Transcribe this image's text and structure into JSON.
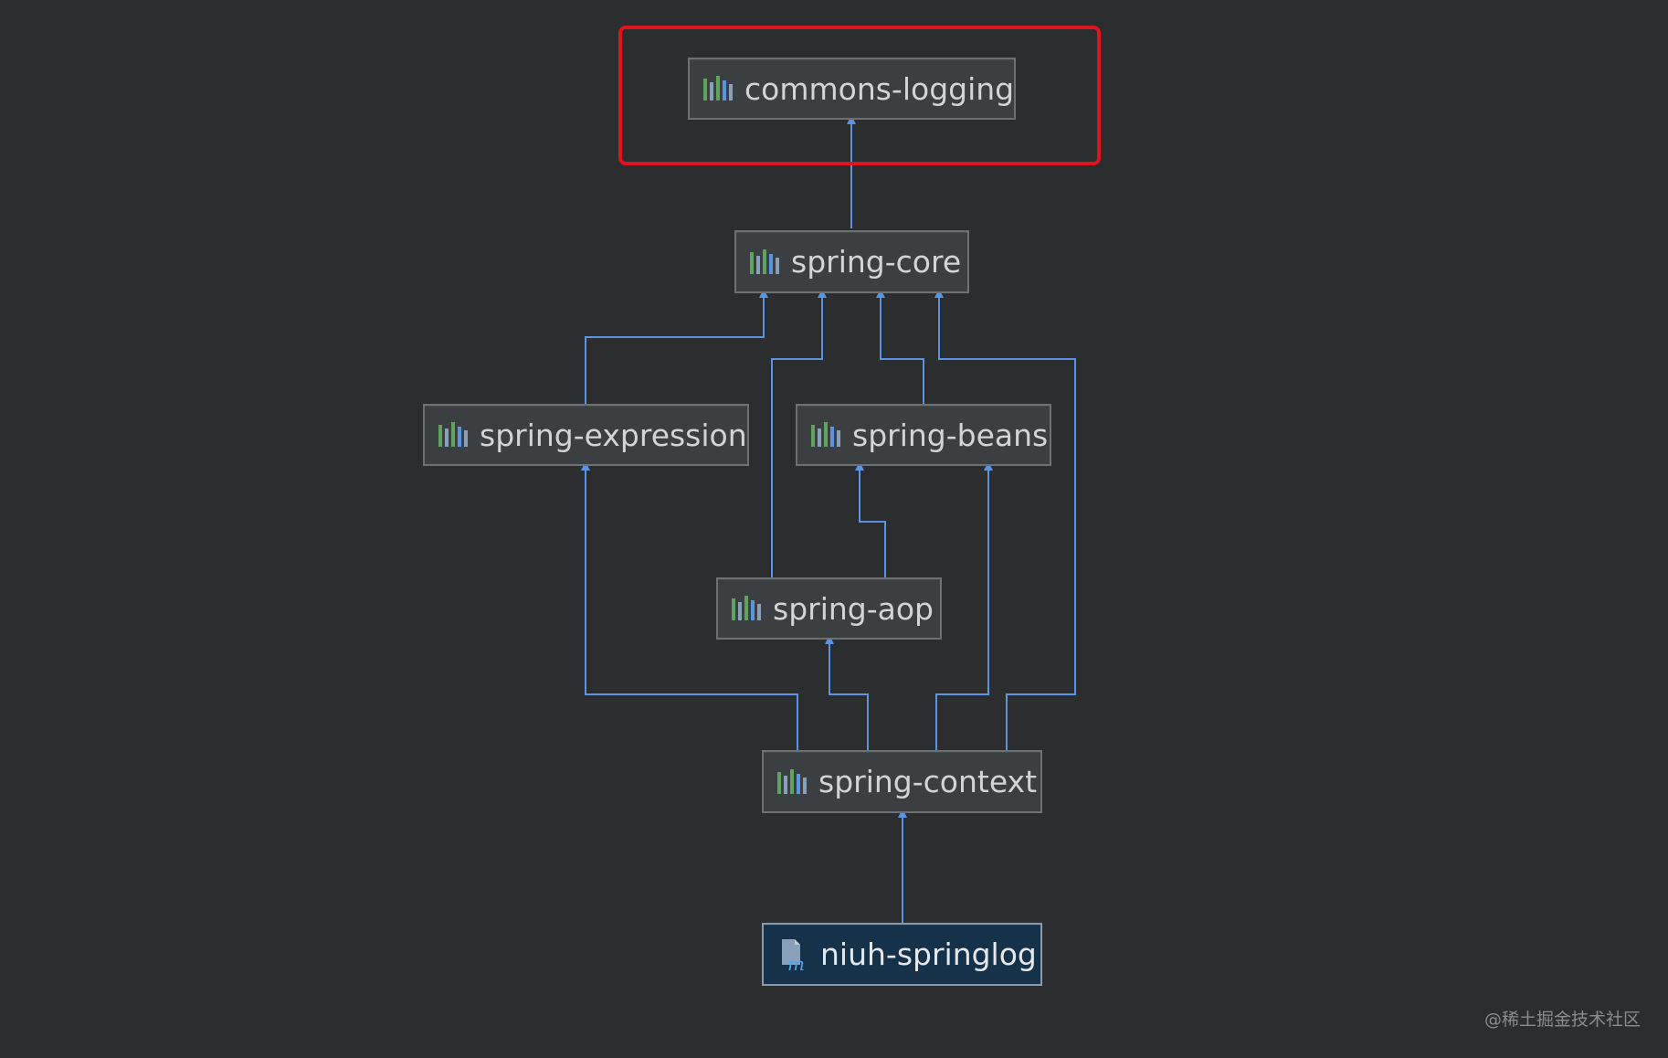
{
  "nodes": {
    "commons_logging": "commons-logging",
    "spring_core": "spring-core",
    "spring_expression": "spring-expression",
    "spring_beans": "spring-beans",
    "spring_aop": "spring-aop",
    "spring_context": "spring-context",
    "niuh_springlog": "niuh-springlog"
  },
  "icons": {
    "library": "library-bars-icon",
    "module": "maven-module-icon"
  },
  "colors": {
    "background": "#2b2d2f",
    "edge": "#5b95e0",
    "highlight": "#e0141e",
    "root_node": "#15324a"
  },
  "watermark": "@稀土掘金技术社区"
}
